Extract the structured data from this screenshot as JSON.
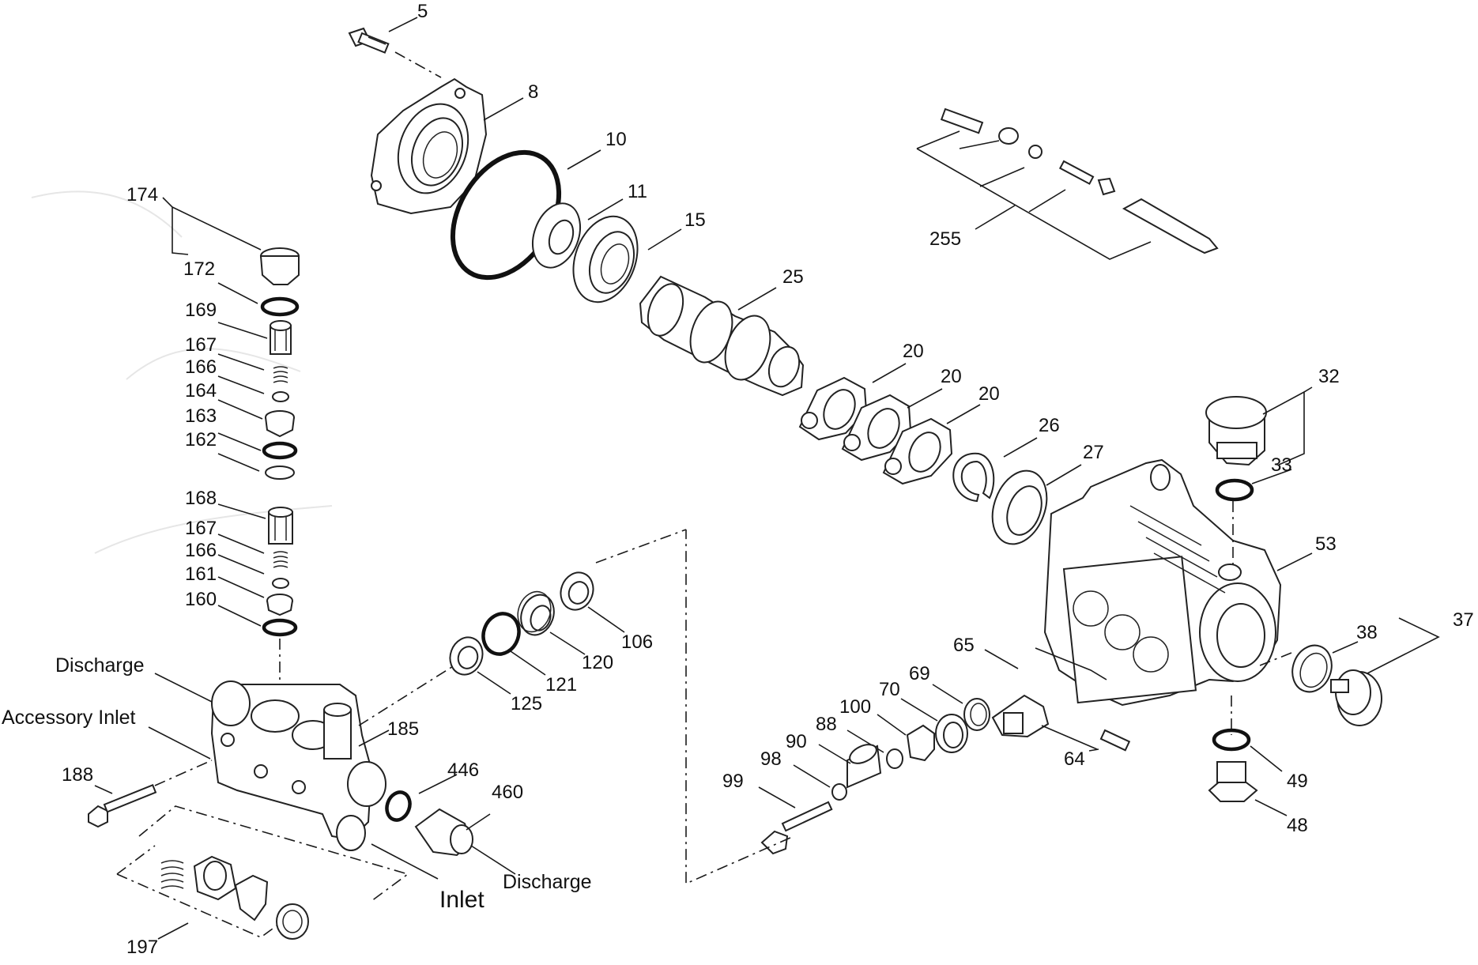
{
  "callouts": {
    "p5": "5",
    "p8": "8",
    "p10": "10",
    "p11": "11",
    "p15": "15",
    "p25": "25",
    "p255": "255",
    "p20a": "20",
    "p20b": "20",
    "p20c": "20",
    "p26": "26",
    "p27": "27",
    "p32": "32",
    "p33": "33",
    "p53": "53",
    "p37": "37",
    "p38": "38",
    "p49": "49",
    "p48": "48",
    "p65": "65",
    "p64": "64",
    "p69": "69",
    "p70": "70",
    "p100": "100",
    "p88": "88",
    "p90": "90",
    "p98": "98",
    "p99": "99",
    "p174": "174",
    "p172": "172",
    "p169": "169",
    "p167a": "167",
    "p166a": "166",
    "p164": "164",
    "p163": "163",
    "p162": "162",
    "p168": "168",
    "p167b": "167",
    "p166b": "166",
    "p161": "161",
    "p160": "160",
    "p106": "106",
    "p120": "120",
    "p121": "121",
    "p125": "125",
    "p185": "185",
    "p446": "446",
    "p460": "460",
    "p188": "188",
    "p197": "197"
  },
  "labels": {
    "discharge_top": "Discharge",
    "accessory_inlet": "Accessory Inlet",
    "inlet": "Inlet",
    "discharge_bottom": "Discharge"
  }
}
